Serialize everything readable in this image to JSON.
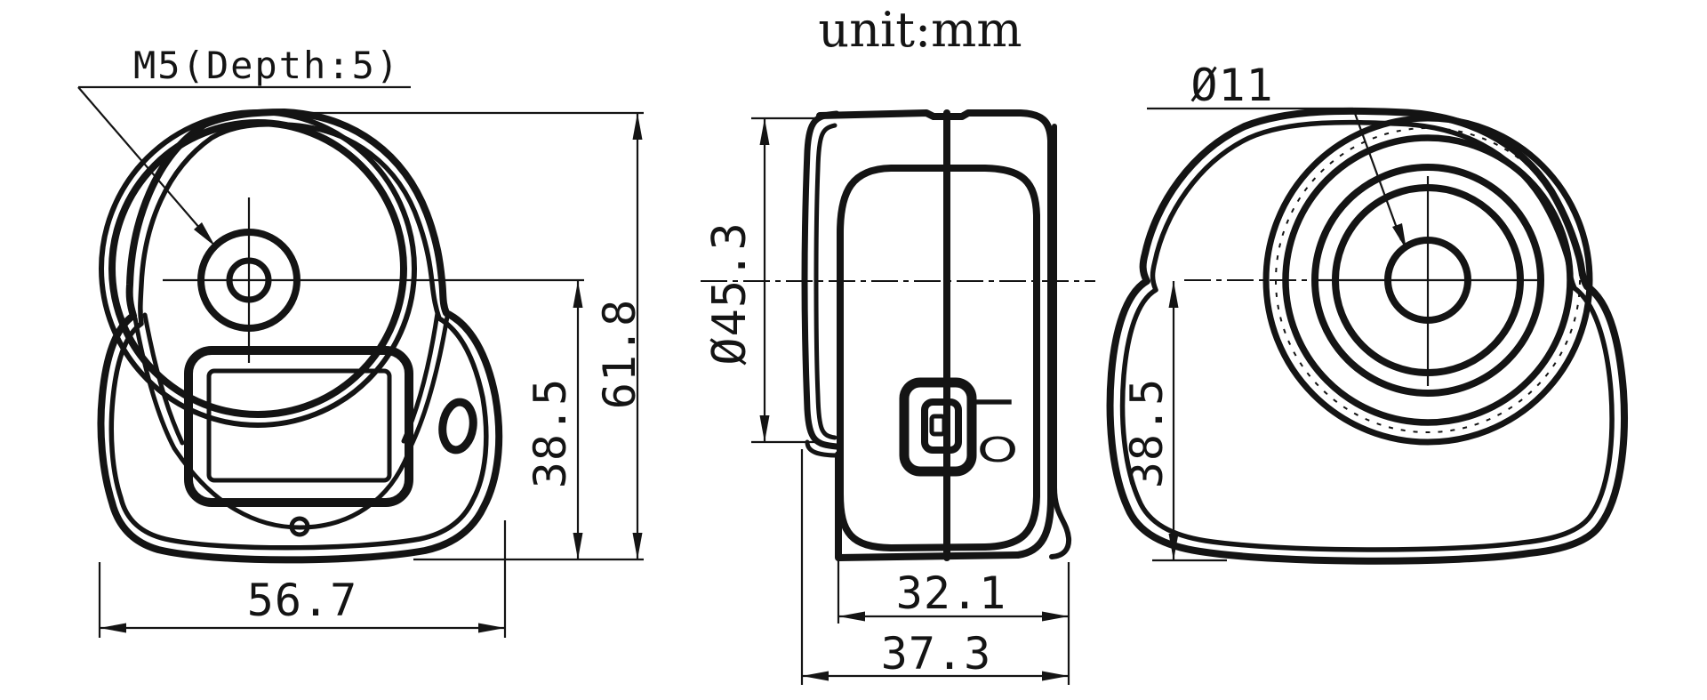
{
  "unit_label": "unit:mm",
  "colors": {
    "line": "#141414",
    "background": "#ffffff"
  },
  "front_view": {
    "thread_callout": "M5(Depth:5)",
    "width_mm": "56.7",
    "center_to_bottom_mm": "38.5",
    "total_height_mm": "61.8"
  },
  "side_view": {
    "flange_diameter_mm": "Ø45.3",
    "body_depth_mm": "32.1",
    "total_depth_mm": "37.3",
    "power_on_symbol": "I",
    "power_off_symbol": "O"
  },
  "back_view": {
    "hole_diameter_mm": "Ø11",
    "center_to_bottom_mm": "38.5"
  }
}
